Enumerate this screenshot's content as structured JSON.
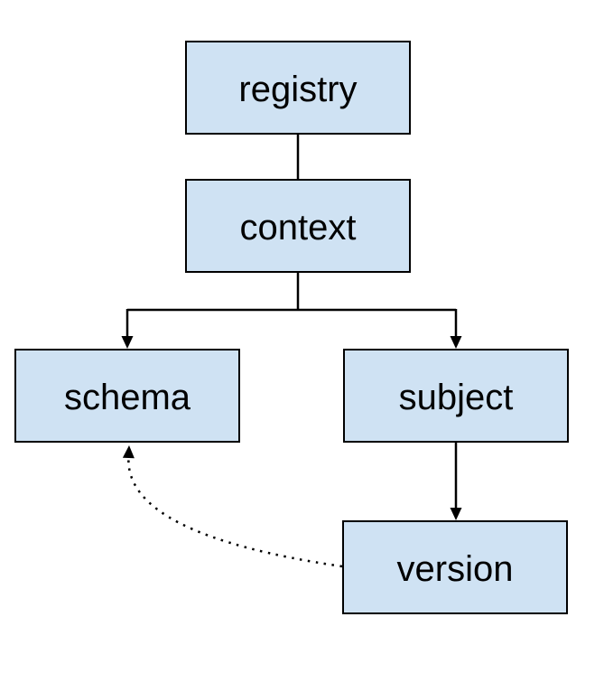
{
  "diagram": {
    "type": "hierarchy",
    "background_color": "#ffffff",
    "node_fill_color": "#cfe2f3",
    "node_border_color": "#000000",
    "edge_color": "#000000",
    "nodes": {
      "registry": {
        "label": "registry"
      },
      "context": {
        "label": "context"
      },
      "schema": {
        "label": "schema"
      },
      "subject": {
        "label": "subject"
      },
      "version": {
        "label": "version"
      }
    },
    "edges": [
      {
        "from": "registry",
        "to": "context",
        "line": "solid",
        "arrow": "none"
      },
      {
        "from": "context",
        "to": "schema",
        "line": "solid",
        "arrow": "filled-triangle"
      },
      {
        "from": "context",
        "to": "subject",
        "line": "solid",
        "arrow": "filled-triangle"
      },
      {
        "from": "subject",
        "to": "version",
        "line": "solid",
        "arrow": "filled-triangle"
      },
      {
        "from": "version",
        "to": "schema",
        "line": "dotted",
        "arrow": "filled-triangle"
      }
    ]
  }
}
